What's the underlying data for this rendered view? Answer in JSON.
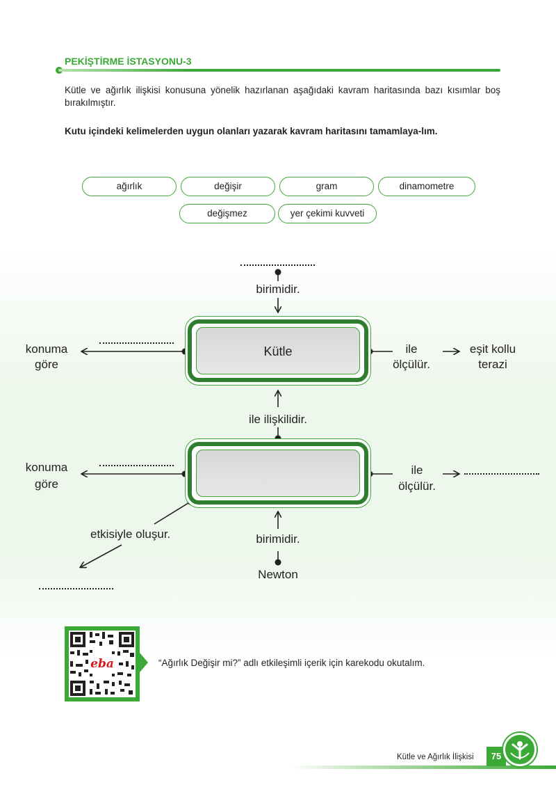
{
  "header": {
    "station_title": "PEKİŞTİRME İSTASYONU-3",
    "intro": "Kütle ve ağırlık ilişkisi konusuna yönelik hazırlanan aşağıdaki kavram haritasında bazı kısımlar boş bırakılmıştır.",
    "task": "Kutu içindeki kelimelerden uygun olanları yazarak kavram haritasını tamamlaya-lım."
  },
  "word_bank": [
    "ağırlık",
    "değişir",
    "gram",
    "dinamometre",
    "değişmez",
    "yer çekimi kuvveti"
  ],
  "concept_map": {
    "top_box": "Kütle",
    "bottom_box": "",
    "birimidir": "birimidir.",
    "ile": "ile",
    "olculur": "ölçülür.",
    "esit_kollu_terazi": "eşit kollu terazi",
    "konuma": "konuma",
    "gore": "göre",
    "ile_iliskilidir": "ile ilişkilidir.",
    "etkisiyle_olusur": "etkisiyle oluşur.",
    "newton": "Newton"
  },
  "qr": {
    "label": "eba",
    "text": "“Ağırlık Değişir mi?” adlı etkileşimli içerik için karekodu okutalım."
  },
  "footer": {
    "chapter": "Kütle ve Ağırlık İlişkisi",
    "page": "75"
  },
  "colors": {
    "accent": "#3aa935",
    "dark_green": "#2e7d32"
  }
}
